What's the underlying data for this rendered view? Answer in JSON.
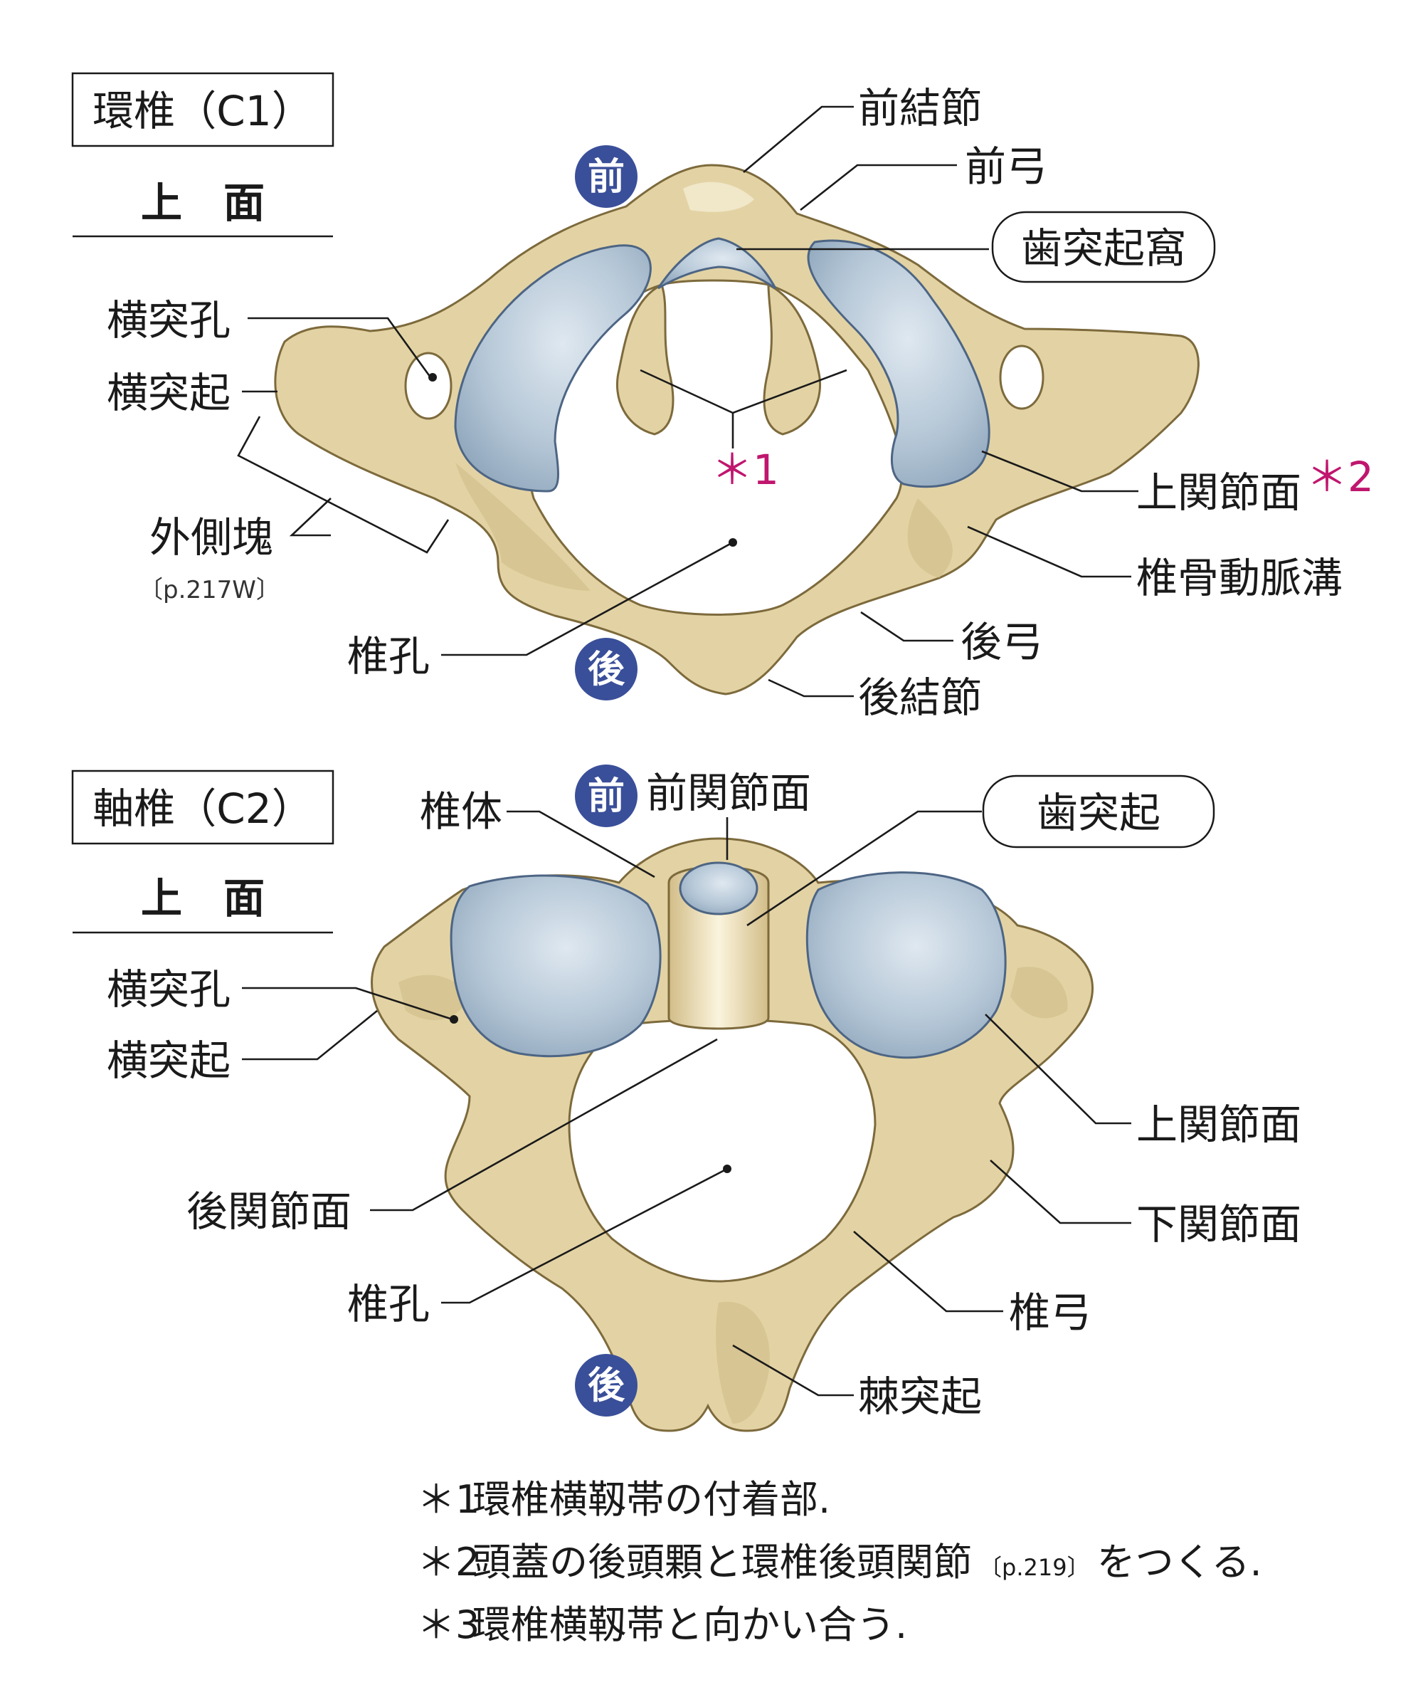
{
  "colors": {
    "bone": "#e3d3a4",
    "facet": "#9fb4c8",
    "badge": "#3a4f99",
    "asterisk": "#c0166e"
  },
  "atlas": {
    "title": "環椎（C1）",
    "view": "上　面",
    "front_badge": "前",
    "back_badge": "後",
    "labels": {
      "anterior_tubercle": "前結節",
      "anterior_arch": "前弓",
      "dens_fovea": "歯突起窩",
      "transverse_foramen": "横突孔",
      "transverse_process": "横突起",
      "lateral_mass": "外側塊",
      "lateral_mass_ref": "〔p.217W〕",
      "note1_mark": "＊1",
      "superior_facet": "上関節面",
      "superior_facet_mark": "＊2",
      "vertebral_artery_groove": "椎骨動脈溝",
      "vertebral_foramen": "椎孔",
      "posterior_arch": "後弓",
      "posterior_tubercle": "後結節"
    }
  },
  "axis": {
    "title": "軸椎（C2）",
    "view": "上　面",
    "front_badge": "前",
    "back_badge": "後",
    "labels": {
      "body": "椎体",
      "anterior_facet": "前関節面",
      "dens": "歯突起",
      "transverse_foramen": "横突孔",
      "transverse_process": "横突起",
      "superior_facet": "上関節面",
      "inferior_facet": "下関節面",
      "posterior_facet": "後関節面",
      "vertebral_foramen": "椎孔",
      "lamina": "椎弓",
      "spinous_process": "棘突起"
    }
  },
  "footnotes": [
    {
      "mark": "＊1",
      "text": "環椎横靱帯の付着部."
    },
    {
      "mark": "＊2",
      "text": "頭蓋の後頭顆と環椎後頭関節",
      "ref": "〔p.219〕",
      "tail": "をつくる."
    },
    {
      "mark": "＊3",
      "text": "環椎横靱帯と向かい合う."
    }
  ]
}
